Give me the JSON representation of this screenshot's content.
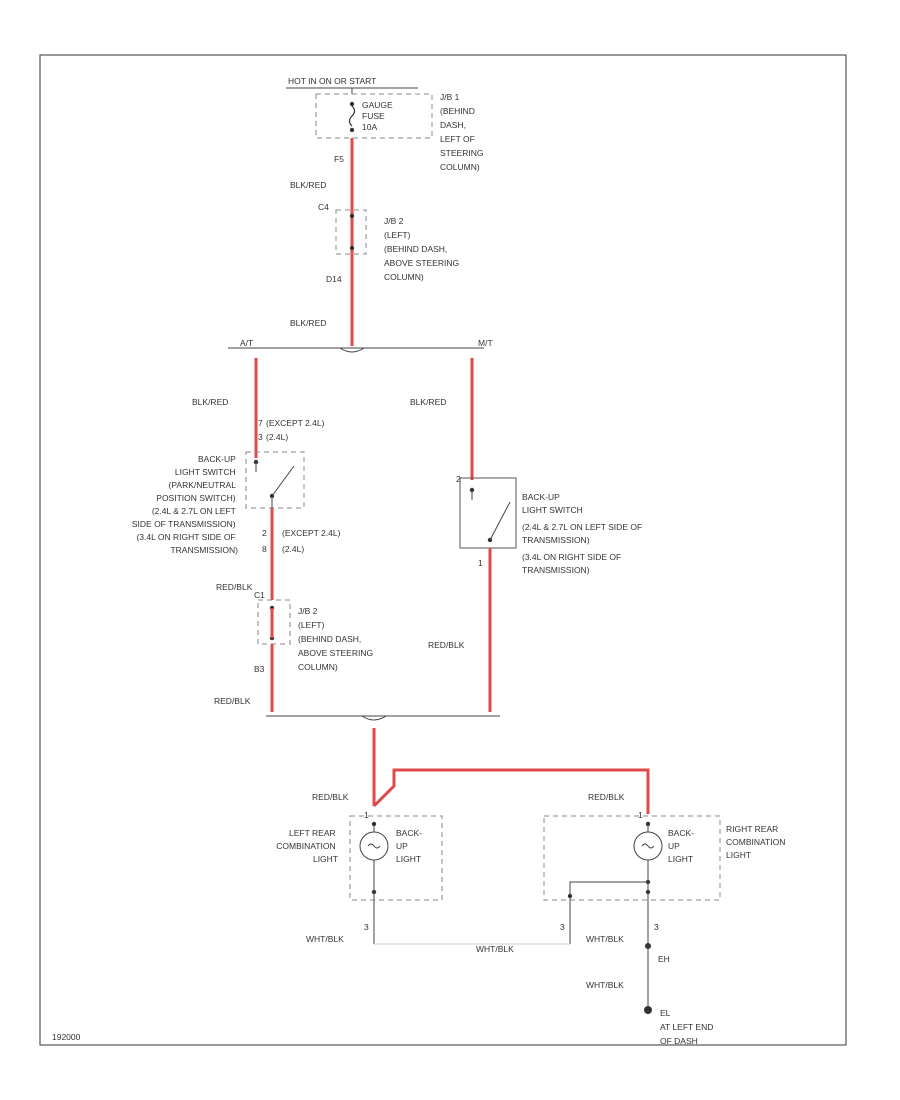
{
  "diagram_id": "192000",
  "power": {
    "header": "HOT IN ON OR START",
    "fuse_name": "GAUGE",
    "fuse_word": "FUSE",
    "fuse_amps": "10A",
    "jb1_lines": [
      "J/B 1",
      "(BEHIND",
      "DASH,",
      "LEFT OF",
      "STEERING",
      "COLUMN)"
    ],
    "pin_top": "F5"
  },
  "jb2_top": {
    "pin_in": "C4",
    "lines": [
      "J/B 2",
      "(LEFT)",
      "(BEHIND DASH,",
      "ABOVE STEERING",
      "COLUMN)"
    ],
    "pin_out": "D14"
  },
  "wires": {
    "blk_red": "BLK/RED",
    "red_blk": "RED/BLK",
    "wht_blk": "WHT/BLK"
  },
  "branches": {
    "at": "A/T",
    "mt": "M/T"
  },
  "at_switch": {
    "pin_in": "7",
    "pin_in_alt": "3",
    "note_in": "(EXCEPT 2.4L)",
    "note_in_alt": "(2.4L)",
    "lines": [
      "BACK-UP",
      "LIGHT SWITCH",
      "(PARK/NEUTRAL",
      "POSITION SWITCH)",
      "(2.4L & 2.7L ON LEFT",
      "SIDE OF TRANSMISSION)",
      "(3.4L ON RIGHT SIDE OF",
      "TRANSMISSION)"
    ],
    "pin_out": "2",
    "pin_out_alt": "8",
    "note_out": "(EXCEPT 2.4L)",
    "note_out_alt": "(2.4L)"
  },
  "mt_switch": {
    "pin_in": "2",
    "lines": [
      "BACK-UP",
      "LIGHT SWITCH",
      "(2.4L & 2.7L ON LEFT SIDE OF",
      "TRANSMISSION)",
      "(3.4L ON RIGHT SIDE OF",
      "TRANSMISSION)"
    ],
    "pin_out": "1"
  },
  "jb2_bottom": {
    "pin_in": "C1",
    "lines": [
      "J/B 2",
      "(LEFT)",
      "(BEHIND DASH,",
      "ABOVE STEERING",
      "COLUMN)"
    ],
    "pin_out": "B3"
  },
  "left_lamp": {
    "name_lines": [
      "LEFT REAR",
      "COMBINATION",
      "LIGHT"
    ],
    "lamp_lines": [
      "BACK-",
      "UP",
      "LIGHT"
    ],
    "pin_top": "1",
    "pin_bottom": "3"
  },
  "right_lamp": {
    "name_lines": [
      "RIGHT REAR",
      "COMBINATION",
      "LIGHT"
    ],
    "lamp_lines": [
      "BACK-",
      "UP",
      "LIGHT"
    ],
    "pin_top": "1",
    "pin_bottom": "3",
    "pin_left": "3"
  },
  "ground": {
    "via": "WHT/BLK",
    "splice": "EH",
    "point": "EL",
    "location_lines": [
      "AT LEFT END",
      "OF DASH"
    ]
  }
}
